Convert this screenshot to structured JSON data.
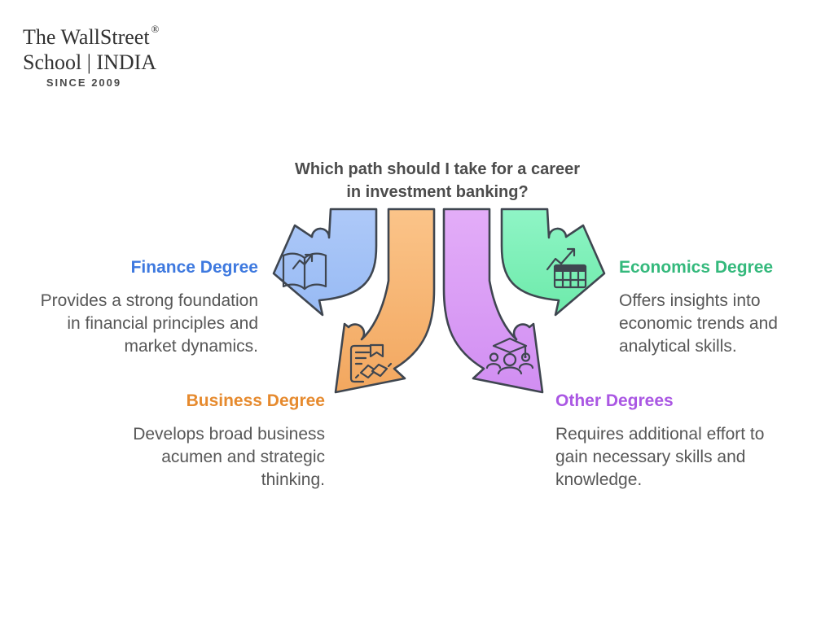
{
  "logo": {
    "brand_line1": "The WallStreet",
    "registered_mark": "®",
    "brand_line2": "School | INDIA",
    "tagline": "SINCE 2009"
  },
  "title": {
    "line1": "Which path should I take for a career",
    "line2": "in investment banking?"
  },
  "colors": {
    "outline": "#3f4650",
    "title_text": "#4c4c4c",
    "body_text": "#575757",
    "finance_accent": "#3e79df",
    "economics_accent": "#34b97c",
    "business_accent": "#e68a2e",
    "other_accent": "#aa57e3",
    "finance_arrow_fill": "#a6c4f7",
    "economics_arrow_fill": "#7ff0b7",
    "business_arrow_fill": "#f9ba7c",
    "other_arrow_fill": "#dda3f6"
  },
  "paths": [
    {
      "id": "finance",
      "heading": "Finance Degree",
      "icon": "open-book-trend-icon",
      "lines": [
        "Provides a strong foundation",
        "in financial principles and",
        "market dynamics."
      ]
    },
    {
      "id": "economics",
      "heading": "Economics Degree",
      "icon": "data-table-trend-icon",
      "lines": [
        "Offers insights into",
        "economic trends and",
        "analytical skills."
      ]
    },
    {
      "id": "business",
      "heading": "Business Degree",
      "icon": "contract-handshake-icon",
      "lines": [
        "Develops broad business",
        "acumen and strategic",
        "thinking."
      ]
    },
    {
      "id": "other",
      "heading": "Other Degrees",
      "icon": "graduates-group-icon",
      "lines": [
        "Requires additional effort to",
        "gain necessary skills and",
        "knowledge."
      ]
    }
  ]
}
